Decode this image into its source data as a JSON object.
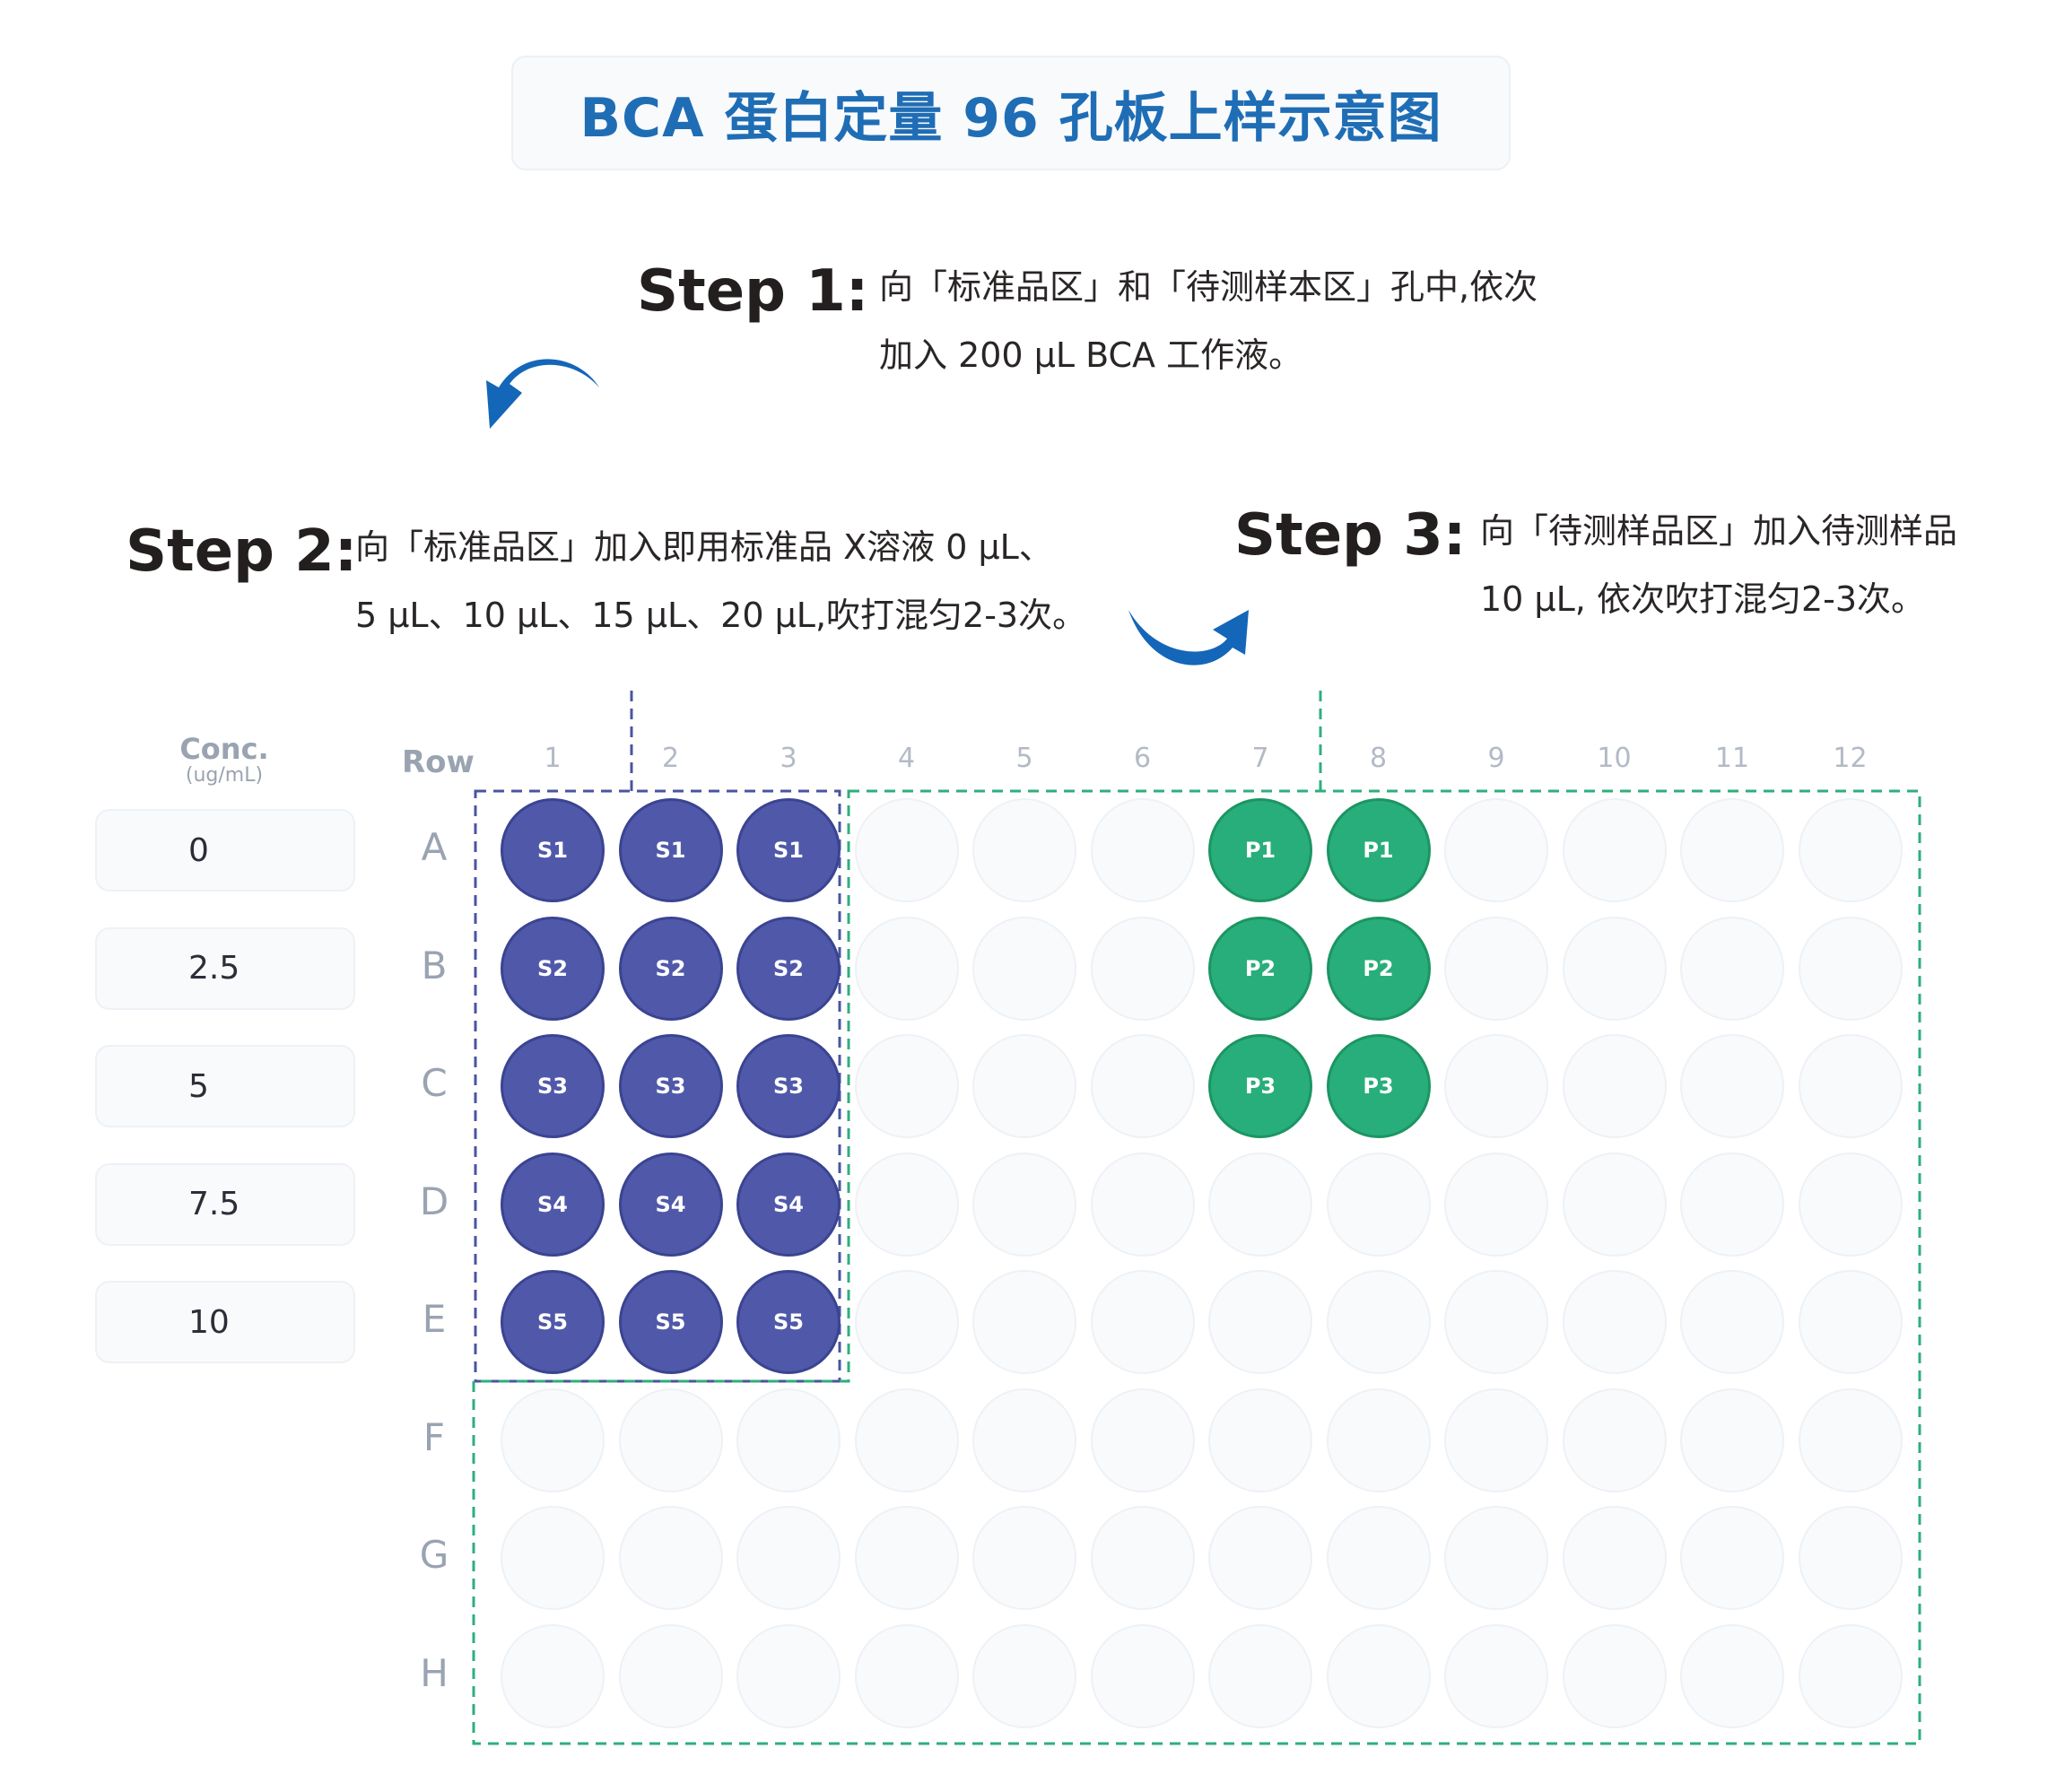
{
  "title": "BCA 蛋白定量 96 孔板上样示意图",
  "steps": [
    {
      "label": "Step 1:",
      "lines": [
        "向「标准品区」和「待测样本区」孔中,依次",
        "加入 200 μL BCA 工作液。"
      ]
    },
    {
      "label": "Step 2:",
      "lines": [
        "向「标准品区」加入即用标准品 X溶液 0 μL、",
        "5 μL、10 μL、15 μL、20 μL,吹打混匀2-3次。"
      ]
    },
    {
      "label": "Step 3:",
      "lines": [
        "向「待测样品区」加入待测样品",
        "10 μL, 依次吹打混匀2-3次。"
      ]
    }
  ],
  "concentration": {
    "header": "Conc.",
    "unit": "(ug/mL)",
    "values": [
      "0",
      "2.5",
      "5",
      "7.5",
      "10"
    ]
  },
  "plate": {
    "row_header": "Row",
    "columns": [
      "1",
      "2",
      "3",
      "4",
      "5",
      "6",
      "7",
      "8",
      "9",
      "10",
      "11",
      "12"
    ],
    "rows": [
      "A",
      "B",
      "C",
      "D",
      "E",
      "F",
      "G",
      "H"
    ],
    "standard_wells": [
      {
        "row": 0,
        "cols": [
          0,
          1,
          2
        ],
        "label": "S1"
      },
      {
        "row": 1,
        "cols": [
          0,
          1,
          2
        ],
        "label": "S2"
      },
      {
        "row": 2,
        "cols": [
          0,
          1,
          2
        ],
        "label": "S3"
      },
      {
        "row": 3,
        "cols": [
          0,
          1,
          2
        ],
        "label": "S4"
      },
      {
        "row": 4,
        "cols": [
          0,
          1,
          2
        ],
        "label": "S5"
      }
    ],
    "sample_wells": [
      {
        "row": 0,
        "cols": [
          6,
          7
        ],
        "label": "P1"
      },
      {
        "row": 1,
        "cols": [
          6,
          7
        ],
        "label": "P2"
      },
      {
        "row": 2,
        "cols": [
          6,
          7
        ],
        "label": "P3"
      }
    ]
  },
  "colors": {
    "title": "#1f6db5",
    "standard": "#5059a9",
    "sample": "#28ae7a",
    "standard_zone_border": "#4a54a0",
    "sample_zone_border": "#2fae7c",
    "arrow": "#1466b8",
    "empty_well": "#f8fafc"
  }
}
